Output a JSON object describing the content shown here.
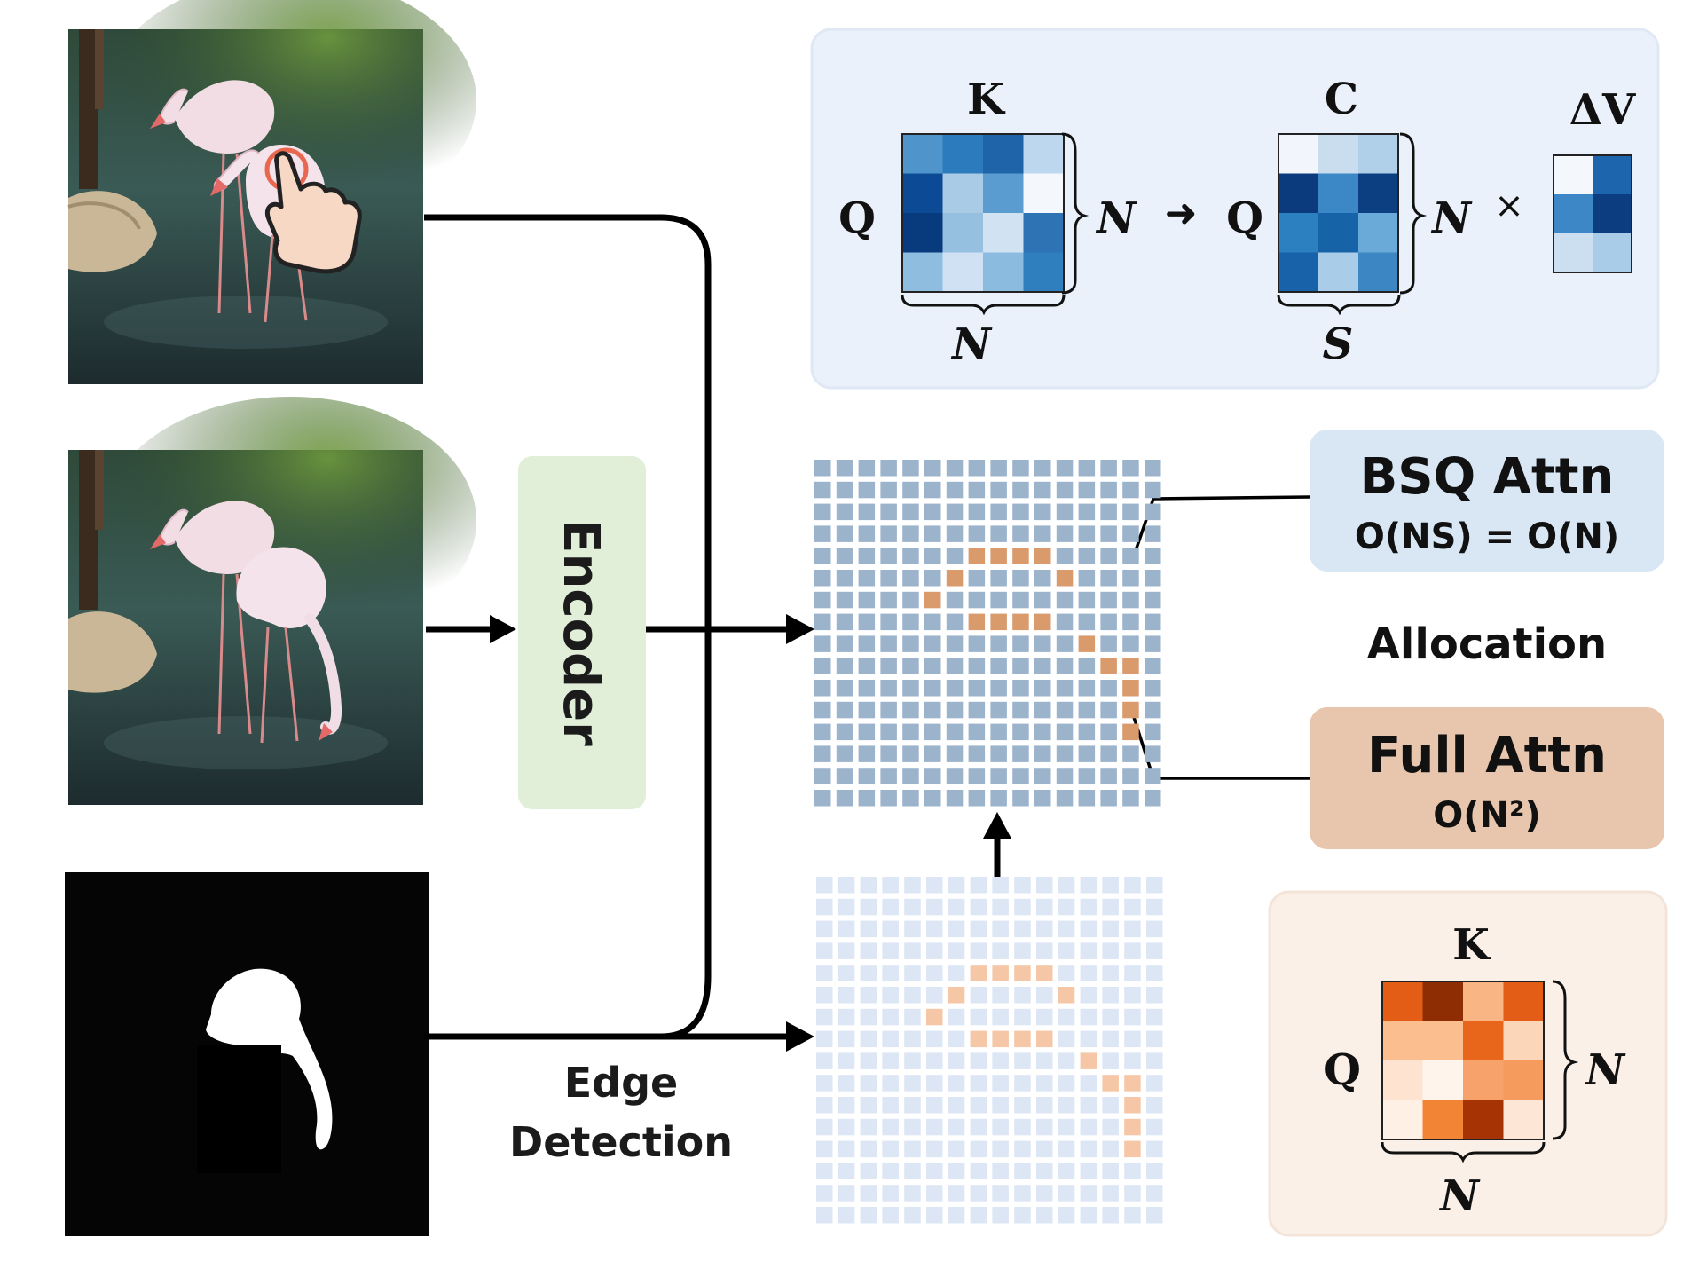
{
  "encoder": {
    "label": "Encoder"
  },
  "edge": {
    "line1": "Edge",
    "line2": "Detection"
  },
  "bsq_box": {
    "title": "BSQ Attn",
    "complexity": "O(NS) = O(N)"
  },
  "allocation": {
    "label": "Allocation"
  },
  "full_box": {
    "title": "Full Attn",
    "complexity": "O(N²)"
  },
  "top_panel": {
    "k_label": "K",
    "c_label": "C",
    "dv_label": "ΔV",
    "q_label": "Q",
    "n_label": "N",
    "s_label": "S",
    "times": "×",
    "arrow": "➜"
  },
  "bottom_panel": {
    "k_label": "K",
    "q_label": "Q",
    "n_label": "N"
  },
  "colors": {
    "blue_panel": "#eaf1fa",
    "peach_panel": "#fbf0e8",
    "bsq_box": "#d9e7f5",
    "full_box": "#e8c6ad",
    "encoder_box": "#e1efd9",
    "grid_blue": "#9cb3cc",
    "grid_light": "#dde6f5",
    "grid_orange": "#f5c7a6"
  },
  "matrices": {
    "kq": [
      [
        "#4f95cc",
        "#2c7bbd",
        "#1f63a8",
        "#bcd7ee"
      ],
      [
        "#0d4a95",
        "#a9cbe5",
        "#5a9ccf",
        "#f4f8fc"
      ],
      [
        "#083a7e",
        "#96c0e0",
        "#d1e2f2",
        "#2e73b3"
      ],
      [
        "#8fbde0",
        "#d0e1f3",
        "#8cbbe0",
        "#2f7fbf"
      ]
    ],
    "cq": [
      [
        "#f2f6fc",
        "#c9ddef",
        "#b0d0ea"
      ],
      [
        "#0b3b7c",
        "#3c88c6",
        "#0c3f82"
      ],
      [
        "#2c80c0",
        "#1763a8",
        "#6aaad8"
      ],
      [
        "#1762a8",
        "#a9cde9",
        "#3c86c4"
      ]
    ],
    "dv": [
      [
        "#f4f8fc",
        "#1d66ad"
      ],
      [
        "#3d87c6",
        "#0b3d80"
      ],
      [
        "#cbdff1",
        "#a9cde9"
      ]
    ],
    "full": [
      [
        "#e45d17",
        "#8e2c03",
        "#f9b583",
        "#e45d17"
      ],
      [
        "#fbbe8f",
        "#fbbe8f",
        "#e7661c",
        "#fcd6b9"
      ],
      [
        "#fde3d0",
        "#fff4ec",
        "#f7a26b",
        "#f59b5e"
      ],
      [
        "#fff0e6",
        "#f28436",
        "#a63303",
        "#fde6d6"
      ]
    ]
  }
}
